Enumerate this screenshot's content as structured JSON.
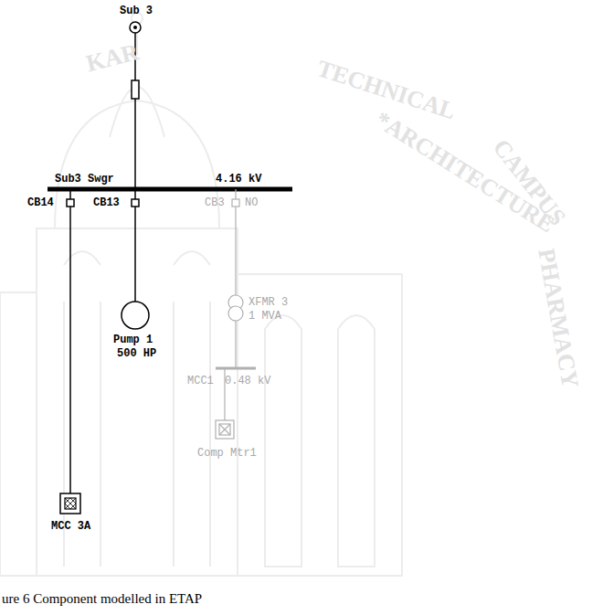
{
  "diagram": {
    "caption": "ure 6 Component modelled in ETAP",
    "labels": [
      "Sub 3",
      "Sub3 Swgr",
      "4.16 kV",
      "CB14",
      "CB13",
      "CB3",
      "NO",
      "Pump 1",
      "500 HP",
      "XFMR 3",
      "1 MVA",
      "MCC1",
      "0.48 kV",
      "Comp Mtr1",
      "MCC 3A",
      "KAR",
      "TECHNICAL",
      "*ARCHITECTURE",
      "CAMPUS",
      "PHARMACY"
    ]
  }
}
